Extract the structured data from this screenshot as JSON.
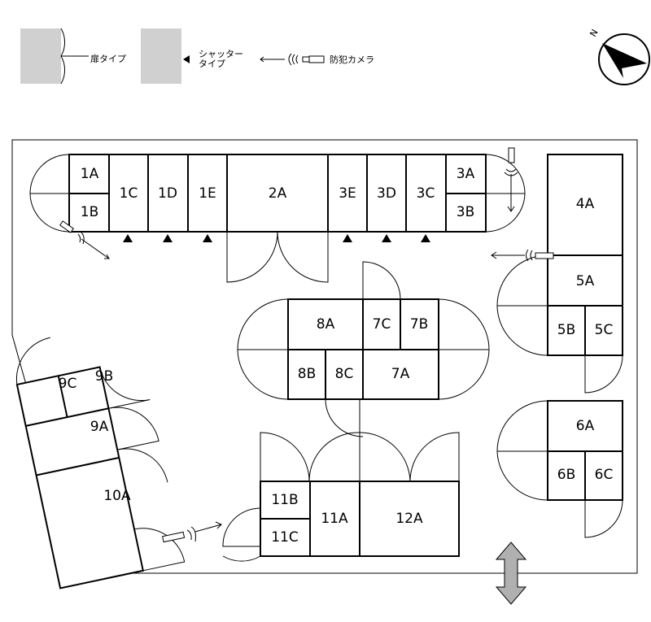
{
  "legend": {
    "door_type": "扉タイプ",
    "shutter_type_line1": "シャッター",
    "shutter_type_line2": "タイプ",
    "camera": "防犯カメラ"
  },
  "compass": {
    "north_label": "N"
  },
  "rooms": {
    "1A": "1A",
    "1B": "1B",
    "1C": "1C",
    "1D": "1D",
    "1E": "1E",
    "2A": "2A",
    "3E": "3E",
    "3D": "3D",
    "3C": "3C",
    "3A": "3A",
    "3B": "3B",
    "4A": "4A",
    "5A": "5A",
    "5B": "5B",
    "5C": "5C",
    "6A": "6A",
    "6B": "6B",
    "6C": "6C",
    "7A": "7A",
    "7B": "7B",
    "7C": "7C",
    "8A": "8A",
    "8B": "8B",
    "8C": "8C",
    "9A": "9A",
    "9B": "9B",
    "9C": "9C",
    "10A": "10A",
    "11A": "11A",
    "11B": "11B",
    "11C": "11C",
    "12A": "12A"
  },
  "colors": {
    "legend_fill": "#d0d0d0",
    "line": "#000000",
    "arrow_fill": "#b0b0b0"
  }
}
